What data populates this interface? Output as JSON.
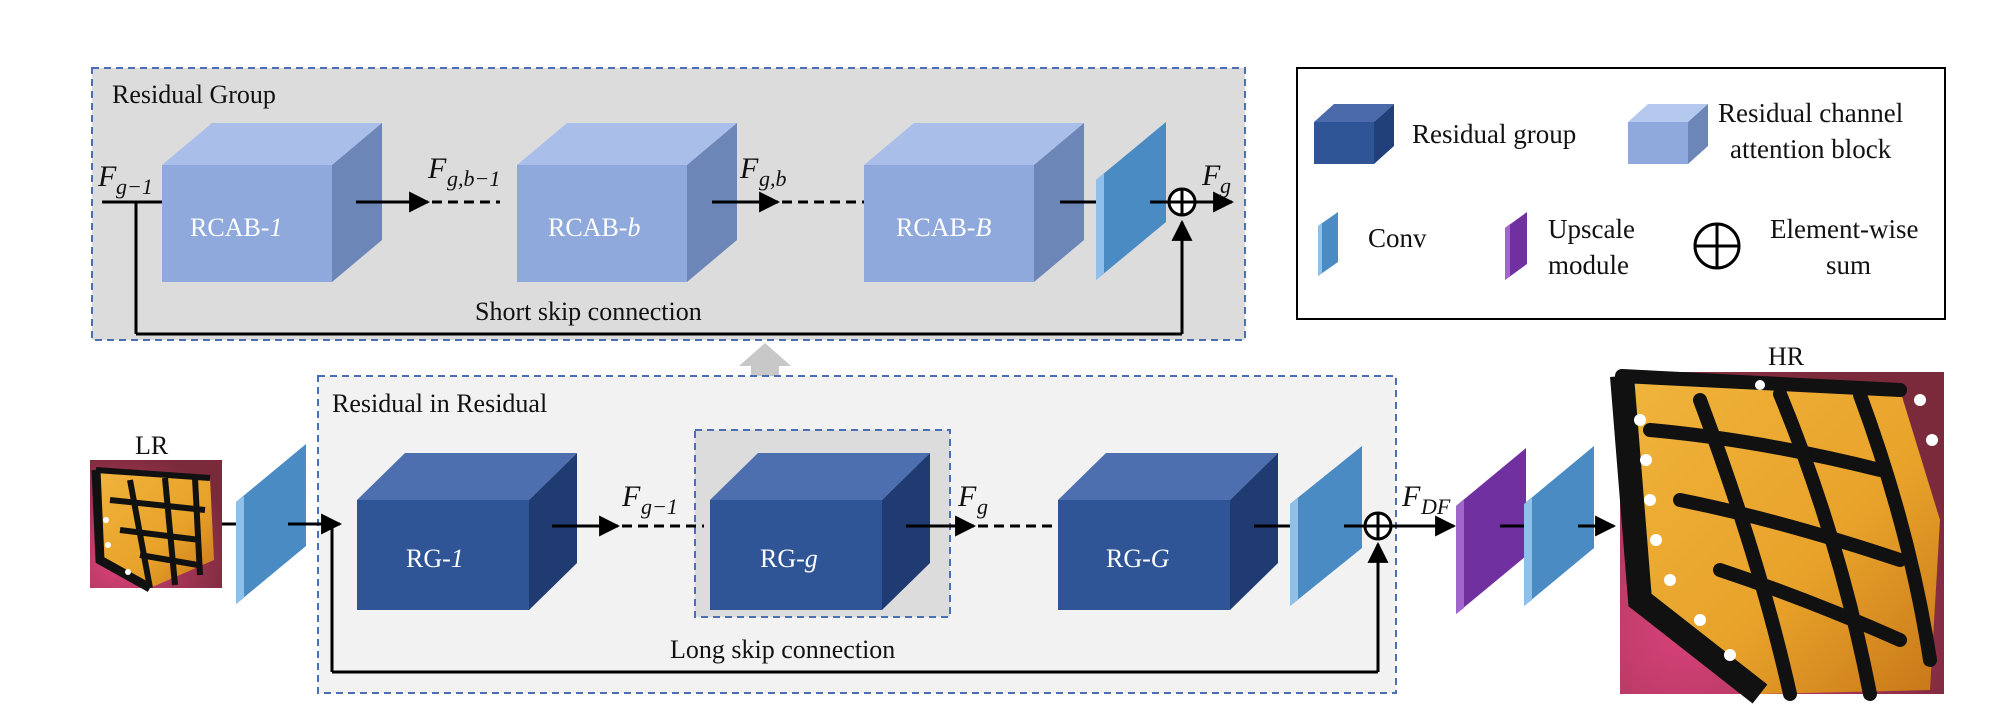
{
  "residual_group": {
    "title": "Residual Group",
    "blocks": [
      {
        "label": "RCAB-",
        "index": "1"
      },
      {
        "label": "RCAB-",
        "index": "b"
      },
      {
        "label": "RCAB-",
        "index": "B"
      }
    ],
    "symbols": {
      "in_main": "F",
      "in_sub": "g−1",
      "mid1_main": "F",
      "mid1_sub": "g,b−1",
      "mid2_main": "F",
      "mid2_sub": "g,b",
      "out_main": "F",
      "out_sub": "g"
    },
    "skip_label": "Short skip connection"
  },
  "legend": {
    "residual_group": "Residual group",
    "rcab_line1": "Residual channel",
    "rcab_line2": "attention block",
    "conv": "Conv",
    "upscale_line1": "Upscale",
    "upscale_line2": "module",
    "sum_line1": "Element-wise",
    "sum_line2": "sum"
  },
  "residual_in_residual": {
    "title": "Residual in Residual",
    "groups": [
      {
        "label": "RG-",
        "index": "1"
      },
      {
        "label": "RG-",
        "index": "g"
      },
      {
        "label": "RG-",
        "index": "G"
      }
    ],
    "symbols": {
      "mid1_main": "F",
      "mid1_sub": "g−1",
      "mid2_main": "F",
      "mid2_sub": "g",
      "out_main": "F",
      "out_sub": "DF"
    },
    "skip_label": "Long skip connection"
  },
  "images": {
    "lr_label": "LR",
    "hr_label": "HR"
  },
  "colors": {
    "rcab_front": "#8fa9dc",
    "rg_front": "#2f5597",
    "conv": "#4a8bc4",
    "upscale": "#7030a0",
    "panel_bg": "#dcdcdc",
    "panel_bg_light": "#f2f2f2",
    "dash_border": "#4a6fb5"
  }
}
